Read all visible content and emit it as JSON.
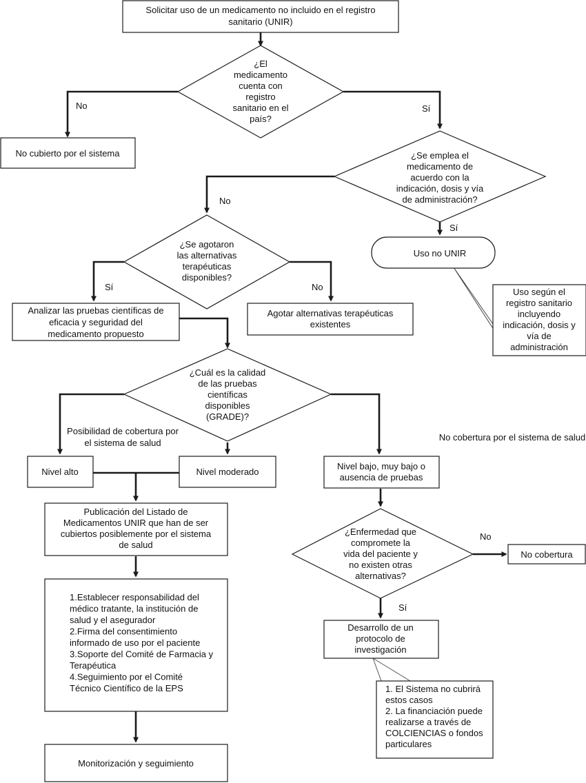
{
  "nodes": {
    "start": [
      "Solicitar uso de un medicamento no incluido en el registro",
      "sanitario (UNIR)"
    ],
    "q_registro": [
      "¿El",
      "medicamento",
      "cuenta con",
      "registro",
      "sanitario en el",
      "país?"
    ],
    "no_cubierto": [
      "No cubierto por el sistema"
    ],
    "q_indicacion": [
      "¿Se emplea el",
      "medicamento de",
      "acuerdo con la",
      "indicación, dosis y vía",
      "de administración?"
    ],
    "uso_no_unir": [
      "Uso no UNIR"
    ],
    "nota_uso": [
      "Uso según el",
      "registro sanitario",
      "incluyendo",
      "indicación, dosis y",
      "vía de",
      "administración"
    ],
    "q_alternativas": [
      "¿Se agotaron",
      "las alternativas",
      "terapéuticas",
      "disponibles?"
    ],
    "analizar": [
      "Analizar las pruebas científicas de",
      "eficacia y seguridad del",
      "medicamento propuesto"
    ],
    "agotar": [
      "Agotar alternativas terapéuticas",
      "existentes"
    ],
    "q_calidad": [
      "¿Cuál es la calidad",
      "de las pruebas",
      "científicas",
      "disponibles",
      "(GRADE)?"
    ],
    "posibilidad": [
      "Posibilidad de cobertura por",
      "el sistema de salud"
    ],
    "no_cobertura_sistema": [
      "No cobertura por el sistema de salud"
    ],
    "nivel_alto": [
      "Nivel alto"
    ],
    "nivel_moderado": [
      "Nivel moderado"
    ],
    "nivel_bajo": [
      "Nivel bajo, muy bajo o",
      "ausencia de pruebas"
    ],
    "publicacion": [
      "Publicación del Listado de",
      "Medicamentos UNIR que han de ser",
      "cubiertos posiblemente por el sistema",
      "de salud"
    ],
    "q_enfermedad": [
      "¿Enfermedad que",
      "compromete la",
      "vida del paciente y",
      "no existen otras",
      "alternativas?"
    ],
    "no_cobertura": [
      "No cobertura"
    ],
    "pasos": [
      "1.Establecer responsabilidad del",
      "médico tratante, la institución de",
      "salud y el asegurador",
      "2.Firma del consentimiento",
      "informado de uso por el paciente",
      "3.Soporte del Comité de Farmacia y",
      "Terapéutica",
      "4.Seguimiento por el Comité",
      "Técnico Científico de la EPS"
    ],
    "protocolo": [
      "Desarrollo de un",
      "protocolo de",
      "investigación"
    ],
    "nota_protocolo": [
      "1. El Sistema no cubrirá",
      "estos casos",
      "2. La financiación puede",
      "realizarse a través de",
      "COLCIENCIAS o fondos",
      "particulares"
    ],
    "monitorizacion": [
      "Monitorización y seguimiento"
    ]
  },
  "edge_labels": {
    "registro_no": "No",
    "registro_si": "Sí",
    "indicacion_no": "No",
    "indicacion_si": "Sí",
    "alternativas_si": "Sí",
    "alternativas_no": "No",
    "enfermedad_no": "No",
    "enfermedad_si": "Sí"
  }
}
